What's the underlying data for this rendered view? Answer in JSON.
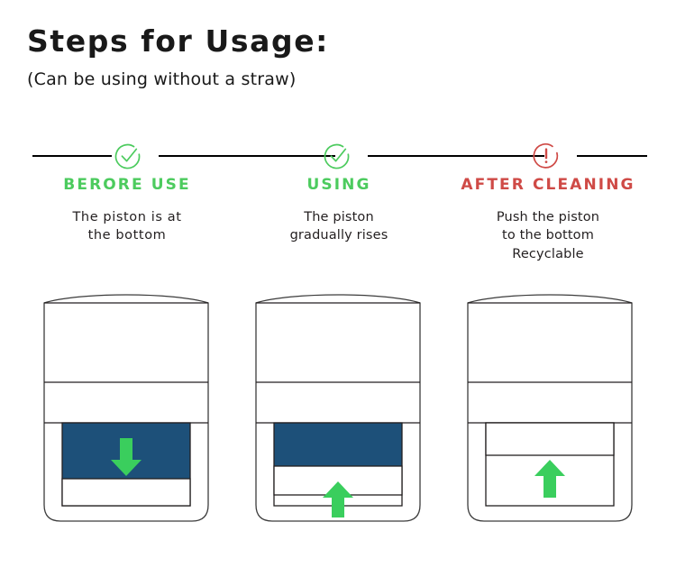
{
  "header": {
    "title": "Steps for Usage:",
    "subtitle": "(Can be using without a straw)"
  },
  "colors": {
    "liquid_blue": "#1d5079",
    "arrow_green": "#3ace5d",
    "heading_green": "#4ccb5e",
    "heading_red": "#cf4a46",
    "outline": "#231f20",
    "divider": "#000000",
    "background": "#ffffff"
  },
  "steps": [
    {
      "icon": "check-circle-icon",
      "icon_color": "#4ccb5e",
      "heading": "BERORE USE",
      "heading_color": "#4ccb5e",
      "description": "The piston is at\nthe bottom",
      "description_lines": [
        "The piston is at",
        "the bottom"
      ],
      "diagram": {
        "name": "bottle-piston-bottom",
        "liquid_present": true,
        "liquid_fill": "full",
        "piston_position": "bottom",
        "arrow_direction": "down",
        "arrow_color": "#3ace5d"
      }
    },
    {
      "icon": "check-circle-icon",
      "icon_color": "#4ccb5e",
      "heading": "USING",
      "heading_color": "#4ccb5e",
      "description": "The piston\ngradually rises",
      "description_lines": [
        "The piston",
        "gradually rises"
      ],
      "diagram": {
        "name": "bottle-piston-middle",
        "liquid_present": true,
        "liquid_fill": "partial",
        "piston_position": "middle",
        "arrow_direction": "up",
        "arrow_color": "#3ace5d"
      }
    },
    {
      "icon": "exclamation-circle-icon",
      "icon_color": "#cf4a46",
      "heading": "AFTER CLEANING",
      "heading_color": "#cf4a46",
      "description": "Push the piston\nto the bottom\nRecyclable",
      "description_lines": [
        "Push the piston",
        "to the bottom",
        "Recyclable"
      ],
      "diagram": {
        "name": "bottle-piston-top",
        "liquid_present": false,
        "liquid_fill": "empty",
        "piston_position": "top",
        "arrow_direction": "up",
        "arrow_color": "#3ace5d"
      }
    }
  ]
}
